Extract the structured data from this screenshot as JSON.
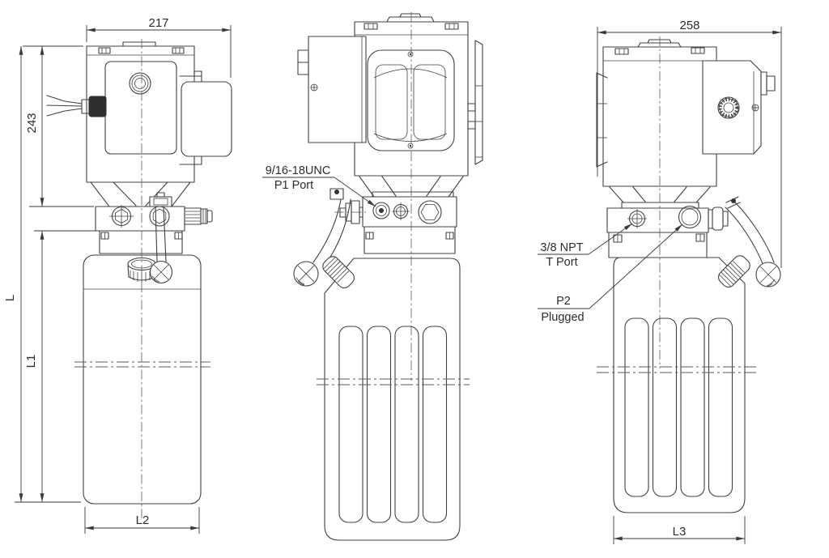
{
  "drawing": {
    "background": "#ffffff",
    "line_color": "#404040",
    "text_color": "#2d2d2d",
    "dimensions": {
      "motor_width": "217",
      "motor_height": "243",
      "overall_height": "L",
      "tank_height": "L1",
      "tank_width_front": "L2",
      "overall_width_side": "258",
      "tank_depth_side": "L3"
    },
    "callouts": {
      "p1_thread": "9/16-18UNC",
      "p1_port": "P1 Port",
      "t_thread": "3/8 NPT",
      "t_port": "T Port",
      "p2": "P2",
      "p2_state": "Plugged"
    }
  }
}
